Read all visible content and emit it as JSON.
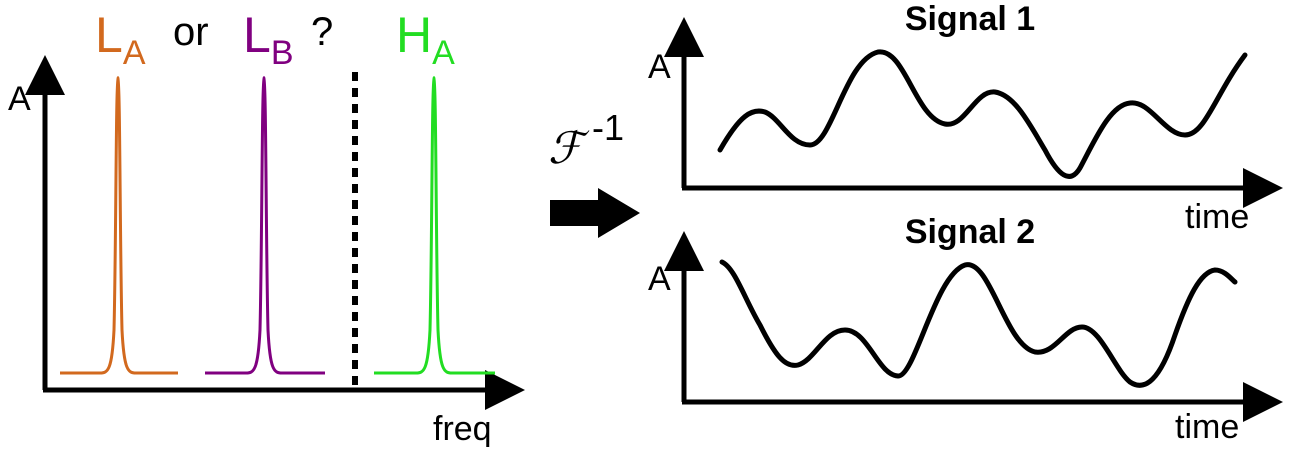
{
  "spectrum": {
    "peak_la": {
      "main": "L",
      "sub": "A",
      "color": "#d2691e"
    },
    "or_text": "or",
    "peak_lb": {
      "main": "L",
      "sub": "B",
      "color": "#800080"
    },
    "question": "?",
    "peak_ha": {
      "main": "H",
      "sub": "A",
      "color": "#22dd22"
    },
    "y_axis_label": "A",
    "x_axis_label": "freq"
  },
  "transform": {
    "operator": "ℱ",
    "exponent": "-1"
  },
  "signal1": {
    "title": "Signal 1",
    "y_axis_label": "A",
    "x_axis_label": "time"
  },
  "signal2": {
    "title": "Signal 2",
    "y_axis_label": "A",
    "x_axis_label": "time"
  },
  "colors": {
    "axis": "#000000",
    "la": "#d2691e",
    "lb": "#800080",
    "ha": "#22dd22",
    "signal": "#000000"
  }
}
